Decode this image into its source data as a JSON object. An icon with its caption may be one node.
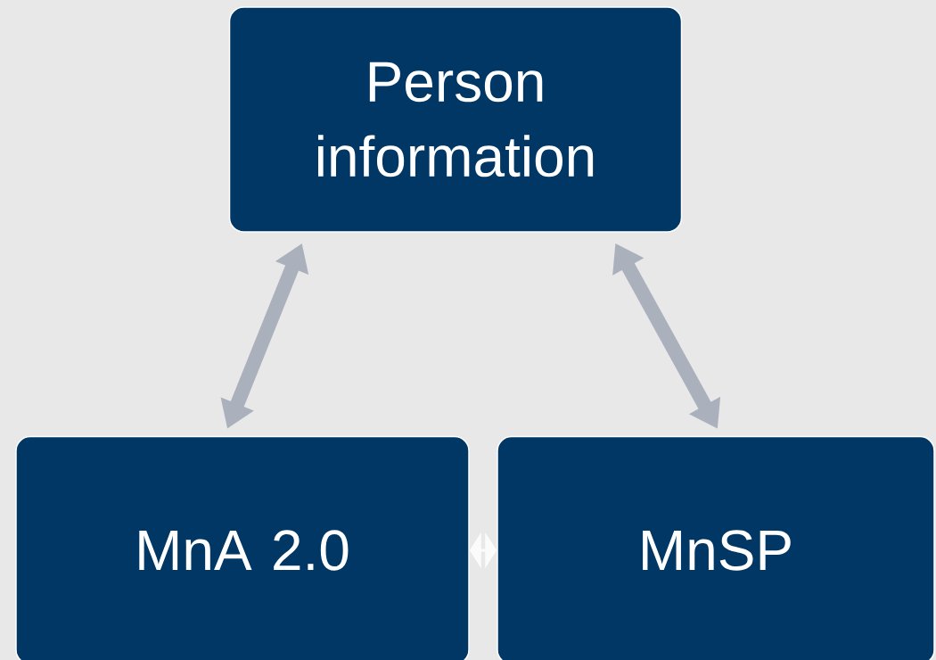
{
  "diagram": {
    "nodes": [
      {
        "text": [
          "Person information"
        ]
      },
      {
        "text": [
          "MnA 2.0"
        ]
      },
      {
        "text": [
          "MnSP"
        ]
      }
    ],
    "edges": [
      {
        "from": 0,
        "to": 1,
        "arrow": "both"
      },
      {
        "from": 0,
        "to": 2,
        "arrow": "both"
      },
      {
        "from": 1,
        "to": 2,
        "arrow": "both",
        "color": "#fbfbfb"
      }
    ]
  }
}
